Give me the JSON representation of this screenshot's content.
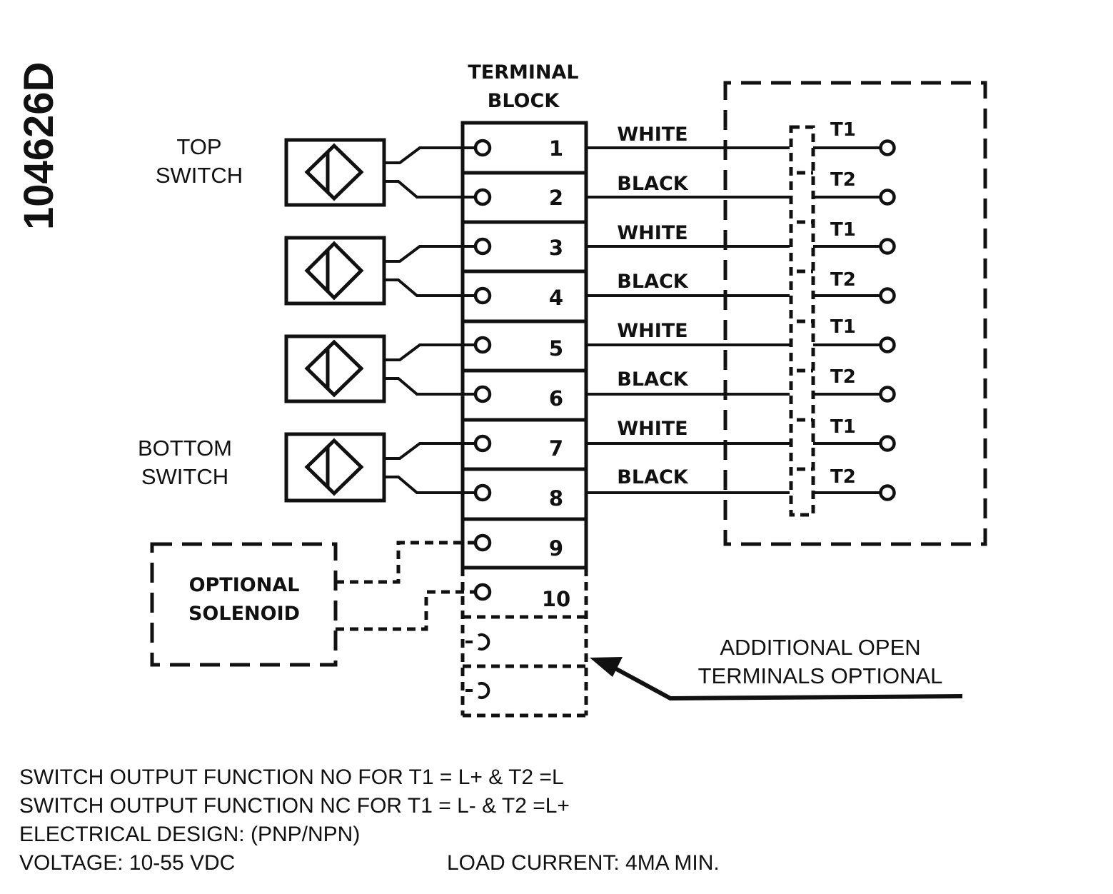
{
  "part_number": "104626D",
  "terminal_block_title": [
    "TERMINAL",
    "BLOCK"
  ],
  "top_switch_label": [
    "TOP",
    "SWITCH"
  ],
  "bottom_switch_label": [
    "BOTTOM",
    "SWITCH"
  ],
  "terminals": [
    "1",
    "2",
    "3",
    "4",
    "5",
    "6",
    "7",
    "8",
    "9",
    "10"
  ],
  "wire_colors": [
    "WHITE",
    "BLACK",
    "WHITE",
    "BLACK",
    "WHITE",
    "BLACK",
    "WHITE",
    "BLACK"
  ],
  "output_terminals": [
    "T1",
    "T2",
    "T1",
    "T2",
    "T1",
    "T2",
    "T1",
    "T2"
  ],
  "solenoid_label": [
    "OPTIONAL",
    "SOLENOID"
  ],
  "additional_label": [
    "ADDITIONAL OPEN",
    "TERMINALS OPTIONAL"
  ],
  "notes": [
    "SWITCH OUTPUT FUNCTION NO FOR T1 = L+ & T2 =L",
    "SWITCH OUTPUT FUNCTION NC FOR T1 = L- & T2 =L+",
    "ELECTRICAL DESIGN: (PNP/NPN)",
    "VOLTAGE: 10-55 VDC"
  ],
  "load_current": "LOAD CURRENT: 4MA MIN."
}
